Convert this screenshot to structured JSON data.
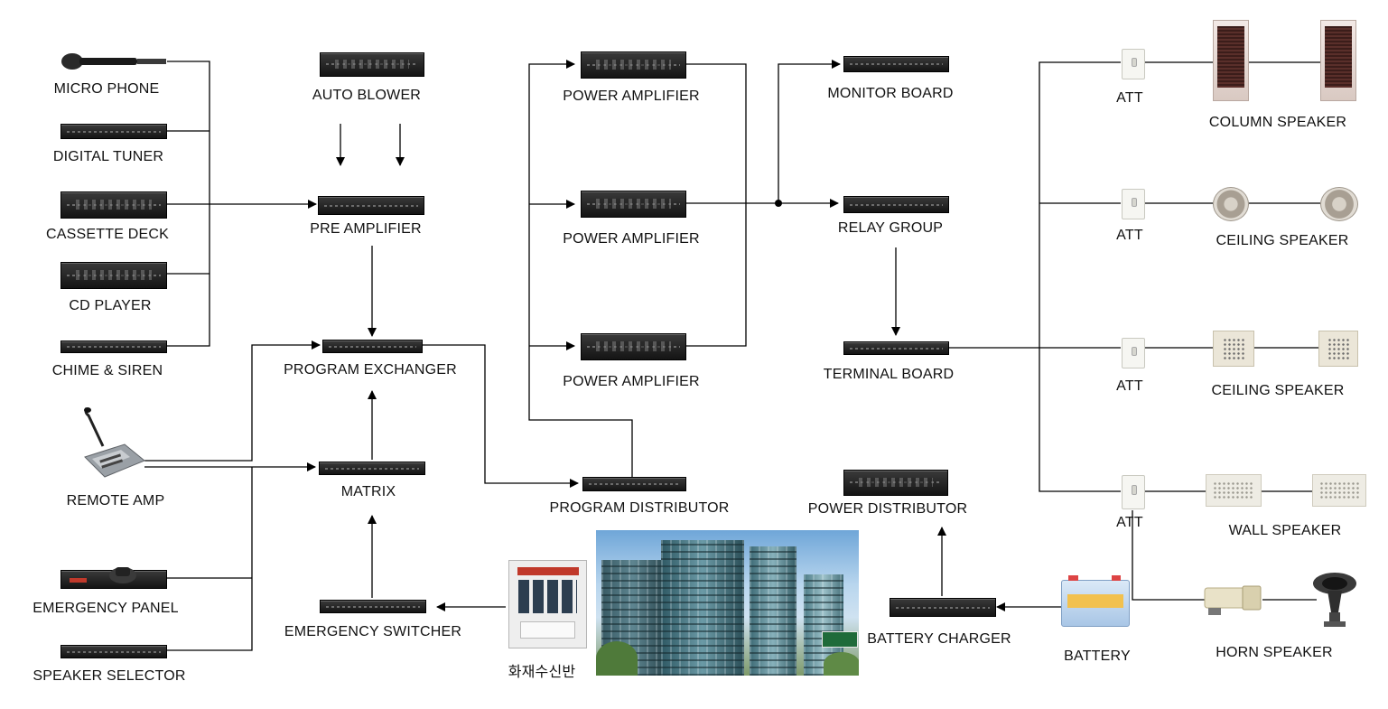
{
  "labels": {
    "micro_phone": "MICRO PHONE",
    "digital_tuner": "DIGITAL TUNER",
    "cassette_deck": "CASSETTE DECK",
    "cd_player": "CD PLAYER",
    "chime_siren": "CHIME & SIREN",
    "auto_blower": "AUTO BLOWER",
    "pre_amplifier": "PRE AMPLIFIER",
    "program_exchanger": "PROGRAM EXCHANGER",
    "remote_amp": "REMOTE AMP",
    "matrix": "MATRIX",
    "emergency_panel": "EMERGENCY PANEL",
    "speaker_selector": "SPEAKER SELECTOR",
    "emergency_switcher": "EMERGENCY SWITCHER",
    "fire_receiver": "화재수신반",
    "power_amplifier_1": "POWER AMPLIFIER",
    "power_amplifier_2": "POWER AMPLIFIER",
    "power_amplifier_3": "POWER AMPLIFIER",
    "program_distributor": "PROGRAM DISTRIBUTOR",
    "monitor_board": "MONITOR BOARD",
    "relay_group": "RELAY GROUP",
    "terminal_board": "TERMINAL BOARD",
    "power_distributor": "POWER DISTRIBUTOR",
    "battery_charger": "BATTERY CHARGER",
    "battery": "BATTERY",
    "att_1": "ATT",
    "att_2": "ATT",
    "att_3": "ATT",
    "att_4": "ATT",
    "column_speaker": "COLUMN SPEAKER",
    "ceiling_speaker_1": "CEILING SPEAKER",
    "ceiling_speaker_2": "CEILING SPEAKER",
    "wall_speaker": "WALL SPEAKER",
    "horn_speaker": "HORN SPEAKER"
  },
  "icons": {
    "microphone": "microphone-icon",
    "rack_unit": "rack-unit-icon",
    "column_speaker": "column-speaker-icon",
    "ceiling_speaker_round": "ceiling-speaker-round-icon",
    "ceiling_speaker_square": "ceiling-speaker-square-icon",
    "wall_speaker": "wall-speaker-icon",
    "horn_speaker": "horn-speaker-icon",
    "att": "attenuator-icon",
    "battery": "battery-icon",
    "remote_amp": "paging-console-icon",
    "fire_receiver": "fire-receiver-panel-icon",
    "building": "building-photo"
  },
  "colors": {
    "wire": "#000000",
    "rack": "#1c1c1c",
    "background": "#ffffff"
  }
}
